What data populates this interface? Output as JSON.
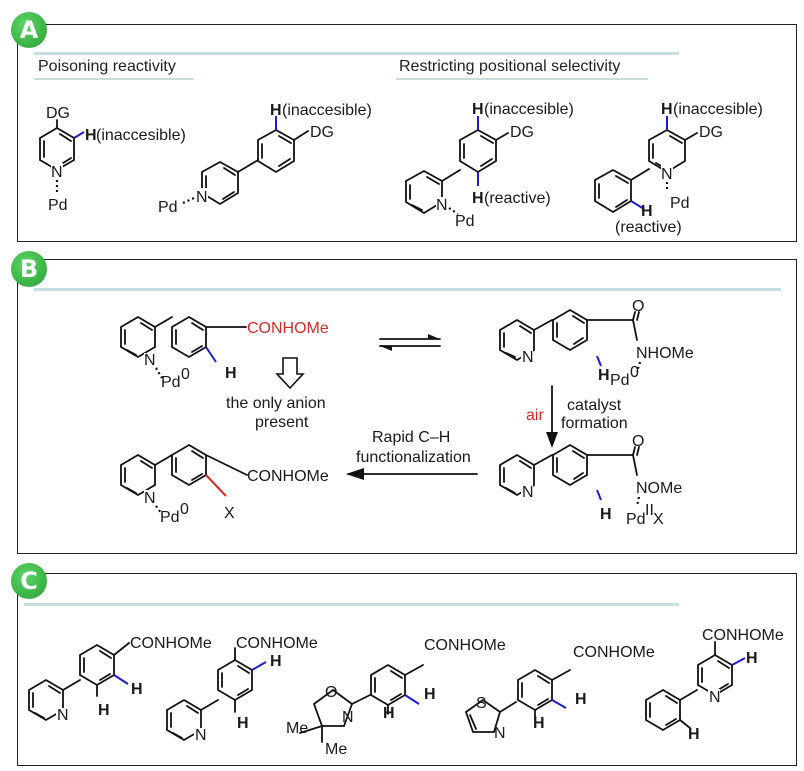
{
  "panels": [
    {
      "id": "A",
      "badge": "A",
      "subtitles": [
        "Poisoning reactivity",
        "Restricting positional selectivity"
      ]
    },
    {
      "id": "B",
      "badge": "B"
    },
    {
      "id": "C",
      "badge": "C"
    }
  ],
  "labels": {
    "DG": "DG",
    "H": "H",
    "N": "N",
    "O": "O",
    "S": "S",
    "X": "X",
    "Pd": "Pd",
    "Pd0": "Pd",
    "sup0": "0",
    "supII": "II",
    "inaccessible": "(inaccesible)",
    "reactive": "(reactive)",
    "CONHOMe": "CONHOMe",
    "NHOMe": "NHOMe",
    "NOMe": "NOMe",
    "Me": "Me",
    "PdIIX_X": "X"
  },
  "panel_b": {
    "only_anion_line1": "the only anion",
    "only_anion_line2": "present",
    "air": "air",
    "catalyst_line1": "catalyst",
    "catalyst_line2": "formation",
    "rapid_line1": "Rapid C–H",
    "rapid_line2": "functionalization"
  },
  "colors": {
    "badge_green": "#3fb84a",
    "accent_rule": "#c6dde2",
    "highlight_blue": "#1d1dcc",
    "highlight_red": "#d42a2a"
  }
}
